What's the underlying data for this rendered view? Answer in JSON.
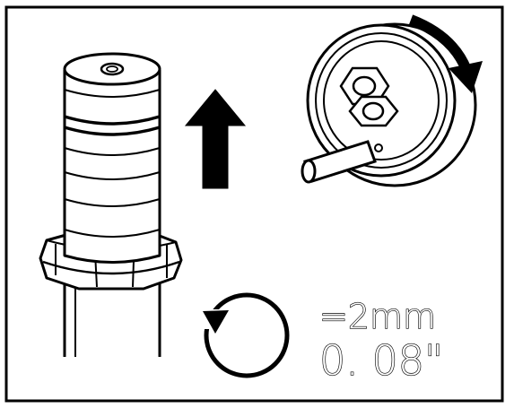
{
  "callout": {
    "rotation_equals": "=2mm",
    "rotation_inches": "0. 08\""
  },
  "icons": [
    "strut-body",
    "spring-seat-nut",
    "direction-arrow-up",
    "adjuster-knob",
    "adjusting-pin",
    "rotation-direction-arrow",
    "one-turn-circle-icon"
  ],
  "colors": {
    "ink": "#000000",
    "paper": "#ffffff"
  }
}
